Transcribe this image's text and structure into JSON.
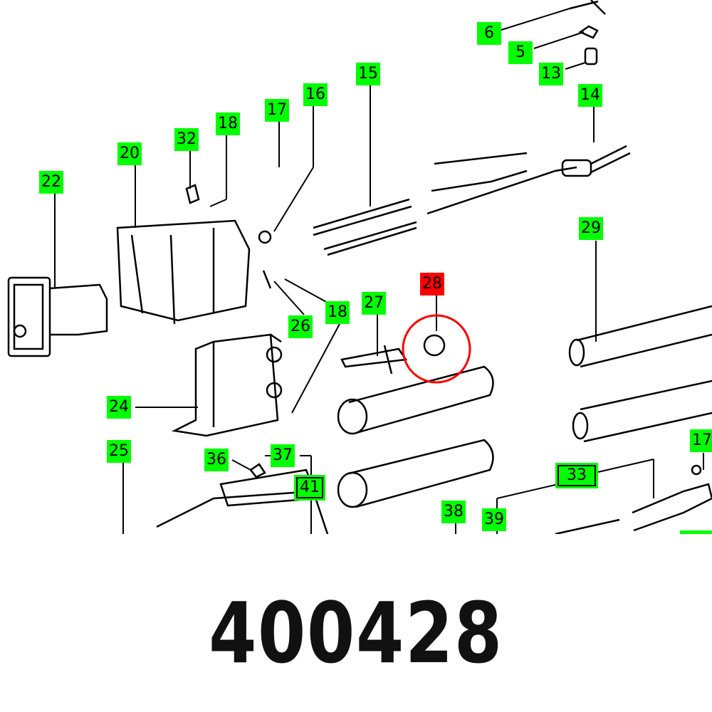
{
  "diagram": {
    "labels": [
      "6",
      "5",
      "13",
      "14",
      "15",
      "16",
      "17",
      "18",
      "32",
      "20",
      "22",
      "29",
      "28",
      "27",
      "26",
      "18",
      "24",
      "25",
      "36",
      "37",
      "41",
      "38",
      "39",
      "33",
      "17",
      ""
    ],
    "highlighted_label": "28",
    "colors": {
      "label": "#00ff00",
      "highlight": "#ff0000",
      "line": "#000000"
    }
  },
  "part_number": "400428"
}
